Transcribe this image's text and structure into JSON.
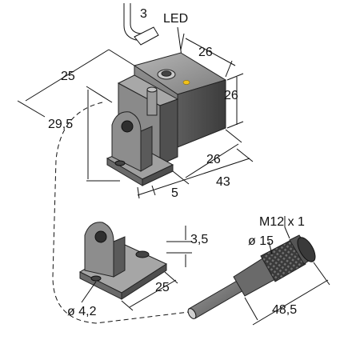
{
  "labels": {
    "wire_count": "3",
    "led": "LED",
    "dim_top_width": "26",
    "dim_right_height": "26",
    "dim_length_25": "25",
    "dim_height_29_5": "29,5",
    "dim_depth_26": "26",
    "dim_offset_5": "5",
    "dim_total_43": "43",
    "bracket_thickness": "3,5",
    "bracket_hole_spacing": "25",
    "bracket_hole_diameter": "ø 4,2",
    "connector_thread": "M12 x 1",
    "connector_diameter": "ø 15",
    "connector_length": "48,5"
  },
  "colors": {
    "housing_dark": "#4a4a4a",
    "housing_mid": "#6e6e6e",
    "housing_light": "#9a9a9a",
    "led": "#f2c21a"
  }
}
